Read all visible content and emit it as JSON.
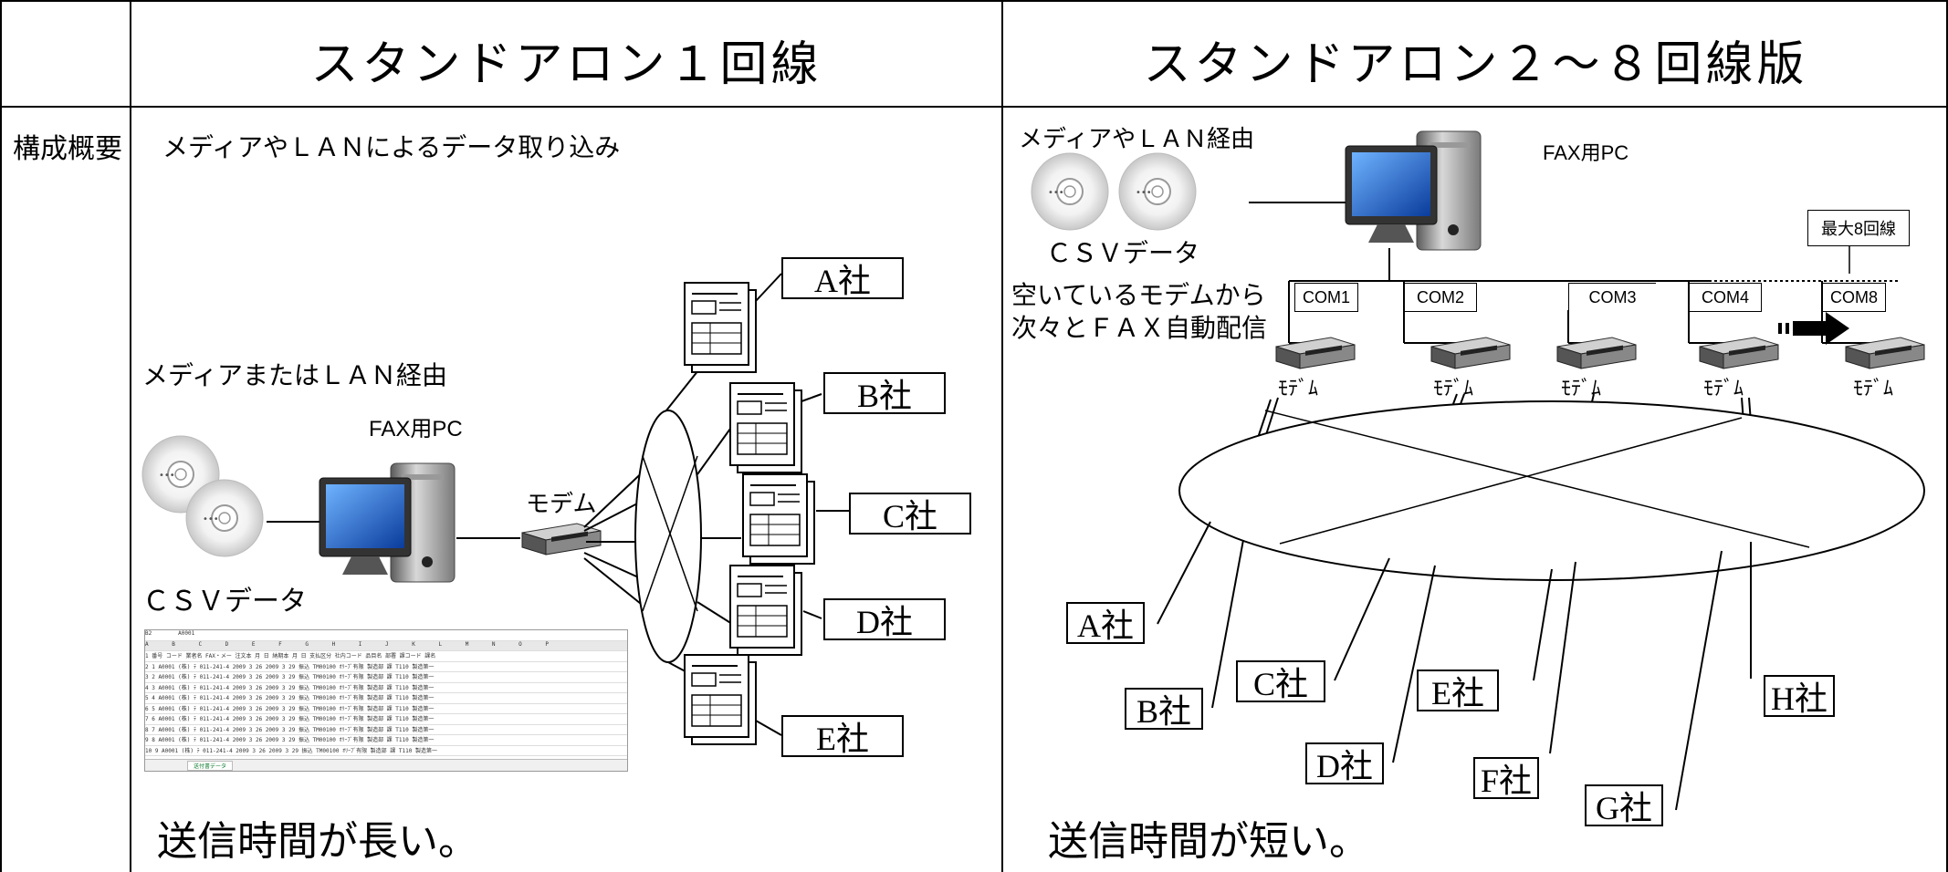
{
  "left": {
    "title": "スタンドアロン１回線",
    "row_label": "構成概要",
    "subtitle": "メディアやＬＡＮによるデータ取り込み",
    "media_label": "メディアまたはＬＡＮ経由",
    "pc_label": "FAX用PC",
    "modem_label": "モデム",
    "csv_label": "ＣＳＶデータ",
    "companies": [
      "A社",
      "B社",
      "C社",
      "D社",
      "E社"
    ],
    "conclusion": "送信時間が長い。",
    "sheet": {
      "name_box": "B2",
      "formula": "A0001",
      "tab": "送付書データ",
      "columns": [
        "A",
        "B",
        "C",
        "D",
        "E",
        "F",
        "G",
        "H",
        "I",
        "J",
        "K",
        "L",
        "M",
        "N",
        "O",
        "P"
      ],
      "header_row": "1  番号 コード  業者名   FAX・メー 注文本  月   日   納期本  月   日   支払区分 社内コード 品目名  部署  課コード 課名",
      "rows": [
        "2  1 A0001  (株) ﾃ 011-241-4  2009  3  26  2009  3  29 振込  TM00100 ｵﾘｰﾌﾞ有限 製造部 課  T110 製造第一",
        "3  2 A0001  (株) ﾃ 011-241-4  2009  3  26  2009  3  29 振込  TM00100 ｵﾘｰﾌﾞ有限 製造部 課  T110 製造第一",
        "4  3 A0001  (株) ﾃ 011-241-4  2009  3  26  2009  3  29 振込  TM00100 ｵﾘｰﾌﾞ有限 製造部 課  T110 製造第一",
        "5  4 A0001  (株) ﾃ 011-241-4  2009  3  26  2009  3  29 振込  TM00100 ｵﾘｰﾌﾞ有限 製造部 課  T110 製造第一",
        "6  5 A0001  (株) ﾃ 011-241-4  2009  3  26  2009  3  29 振込  TM00100 ｵﾘｰﾌﾞ有限 製造部 課  T110 製造第一",
        "7  6 A0001  (株) ﾃ 011-241-4  2009  3  26  2009  3  29 振込  TM00100 ｵﾘｰﾌﾞ有限 製造部 課  T110 製造第一",
        "8  7 A0001  (株) ﾃ 011-241-4  2009  3  26  2009  3  29 振込  TM00100 ｵﾘｰﾌﾞ有限 製造部 課  T110 製造第一",
        "9  8 A0001  (株) ﾃ 011-241-4  2009  3  26  2009  3  29 振込  TM00100 ｵﾘｰﾌﾞ有限 製造部 課  T110 製造第一",
        "10 9 A0001  (株) ﾃ 011-241-4  2009  3  26  2009  3  29 振込  TM00100 ｵﾘｰﾌﾞ有限 製造部 課  T110 製造第一"
      ]
    }
  },
  "right": {
    "title": "スタンドアロン２～８回線版",
    "media_label": "メディアやＬＡＮ経由",
    "pc_label": "FAX用PC",
    "csv_label": "ＣＳＶデータ",
    "callout": "最大8回線",
    "note_line1": "空いているモデムから",
    "note_line2": "次々とＦＡＸ自動配信",
    "ports": [
      "COM1",
      "COM2",
      "COM3",
      "COM4",
      "COM8"
    ],
    "modem_label": "ﾓﾃﾞﾑ",
    "companies": [
      "A社",
      "B社",
      "C社",
      "D社",
      "E社",
      "F社",
      "G社",
      "H社"
    ],
    "conclusion": "送信時間が短い。"
  }
}
